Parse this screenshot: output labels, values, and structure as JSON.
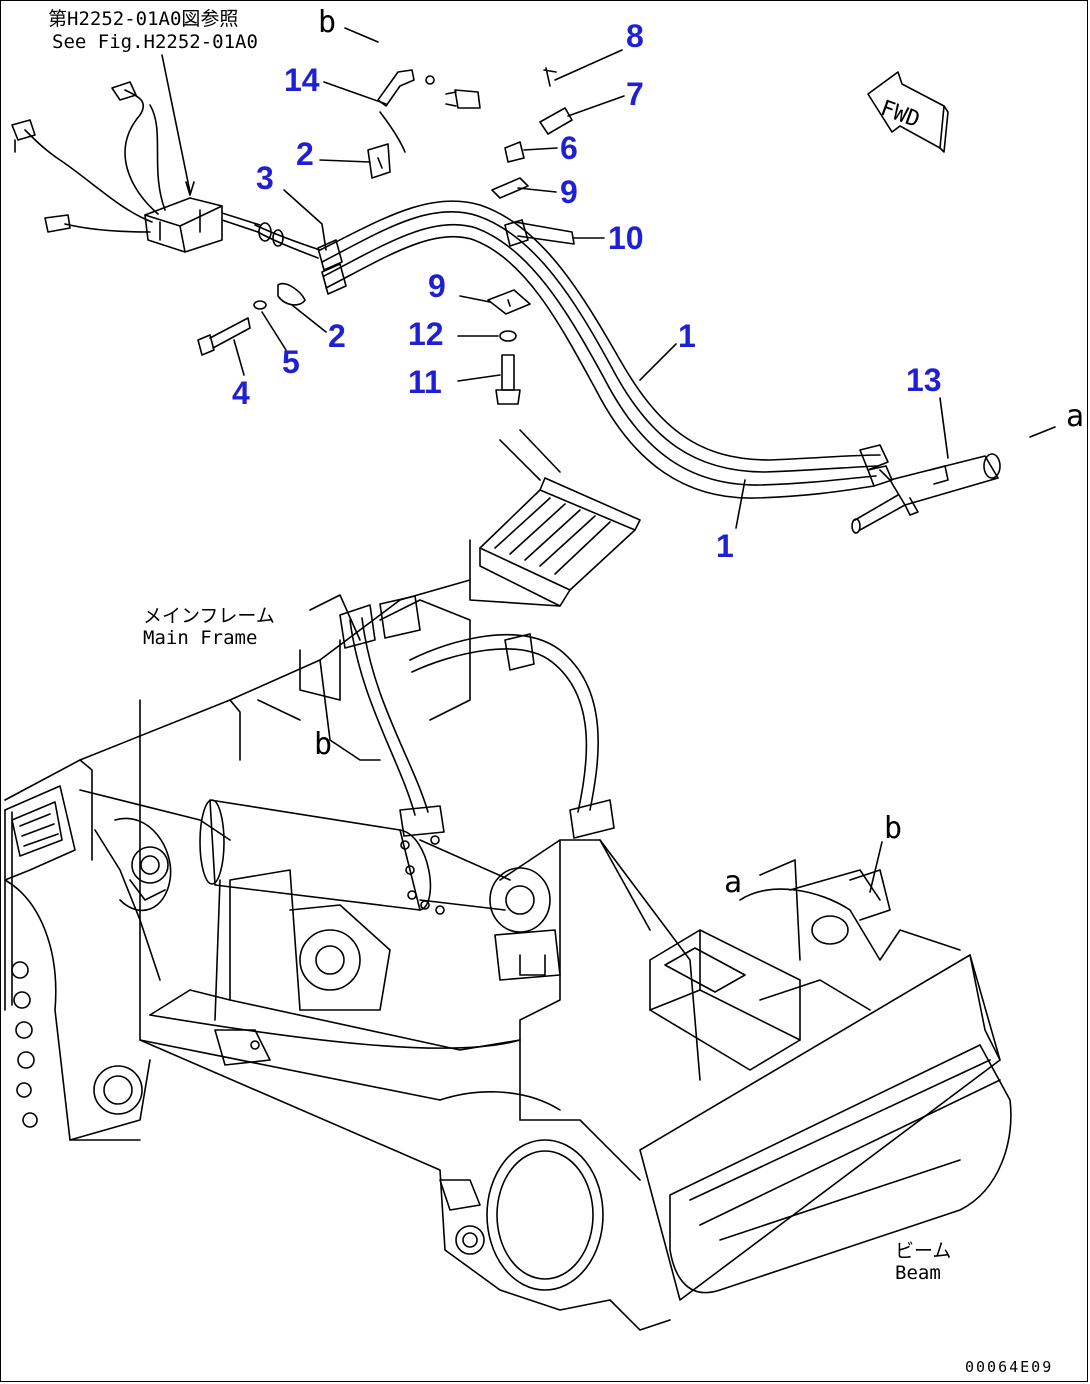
{
  "notes": {
    "see_fig_ja": "第H2252-01A0図参照",
    "see_fig_en": "See Fig.H2252-01A0",
    "main_frame_ja": "メインフレーム",
    "main_frame_en": "Main Frame",
    "beam_ja": "ビーム",
    "beam_en": "Beam",
    "fwd": "FWD",
    "drawing_code": "00064E09"
  },
  "refs": {
    "b_top": "b",
    "a_right": "a",
    "b_frame": "b",
    "a_lower": "a",
    "b_lower": "b"
  },
  "callouts": [
    {
      "id": "c1a",
      "label": "1"
    },
    {
      "id": "c1b",
      "label": "1"
    },
    {
      "id": "c2a",
      "label": "2"
    },
    {
      "id": "c2b",
      "label": "2"
    },
    {
      "id": "c3",
      "label": "3"
    },
    {
      "id": "c4",
      "label": "4"
    },
    {
      "id": "c5",
      "label": "5"
    },
    {
      "id": "c6",
      "label": "6"
    },
    {
      "id": "c7",
      "label": "7"
    },
    {
      "id": "c8",
      "label": "8"
    },
    {
      "id": "c9a",
      "label": "9"
    },
    {
      "id": "c9b",
      "label": "9"
    },
    {
      "id": "c10",
      "label": "10"
    },
    {
      "id": "c11",
      "label": "11"
    },
    {
      "id": "c12",
      "label": "12"
    },
    {
      "id": "c13",
      "label": "13"
    },
    {
      "id": "c14",
      "label": "14"
    }
  ],
  "colors": {
    "callout": "#1f1fd6",
    "line": "#000000",
    "background": "#ffffff"
  }
}
